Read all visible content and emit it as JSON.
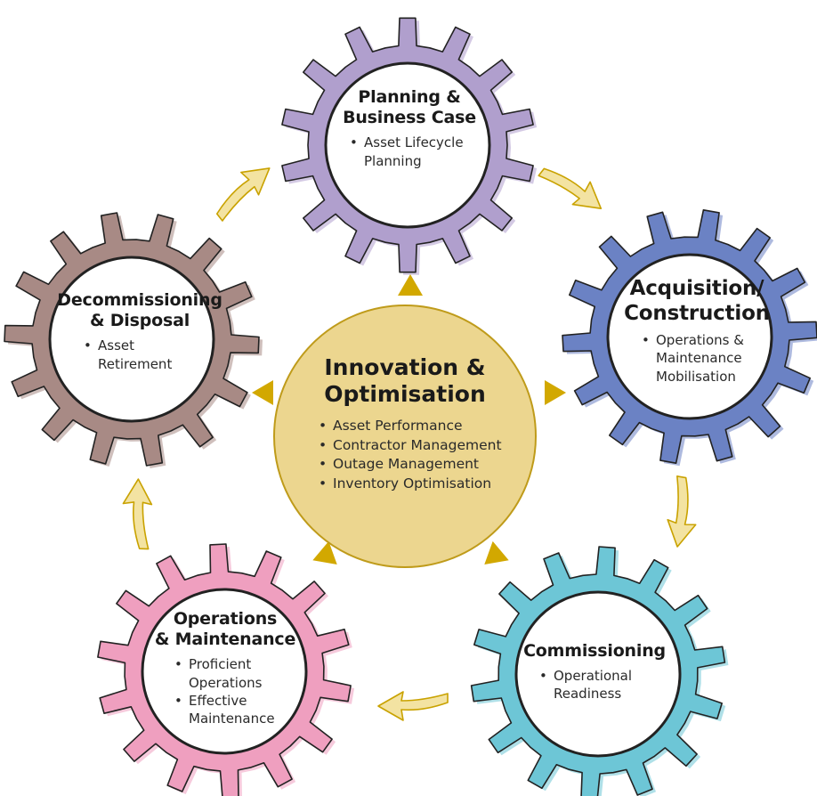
{
  "center": {
    "title_line1": "Innovation &",
    "title_line2": "Optimisation",
    "items": [
      "Asset Performance",
      "Contractor Management",
      "Outage Management",
      "Inventory Optimisation"
    ]
  },
  "stages": [
    {
      "id": "planning",
      "title_lines": [
        "Planning &",
        "Business Case"
      ],
      "items": [
        [
          "Asset Lifecycle",
          "Planning"
        ]
      ],
      "color": "#b09fcd"
    },
    {
      "id": "acquisition",
      "title_lines": [
        "Acquisition/",
        "Construction"
      ],
      "items": [
        [
          "Operations &",
          "Maintenance",
          "Mobilisation"
        ]
      ],
      "color": "#6b82c4"
    },
    {
      "id": "commissioning",
      "title_lines": [
        "Commissioning"
      ],
      "items": [
        [
          "Operational",
          "Readiness"
        ]
      ],
      "color": "#6dc6d6"
    },
    {
      "id": "operations",
      "title_lines": [
        "Operations",
        "& Maintenance"
      ],
      "items": [
        [
          "Proficient",
          "Operations"
        ],
        [
          "Effective",
          "Maintenance"
        ]
      ],
      "color": "#ef9fbf"
    },
    {
      "id": "decommissioning",
      "title_lines": [
        "Decommissioning",
        "& Disposal"
      ],
      "items": [
        [
          "Asset",
          "Retirement"
        ]
      ],
      "color": "#a88a85"
    }
  ],
  "colors": {
    "center_fill": "#ecd68f",
    "arrow": "#f3e3a2",
    "arrow_outline": "#c9a200",
    "pointer": "#d2a800",
    "gear_outline": "#222222"
  }
}
